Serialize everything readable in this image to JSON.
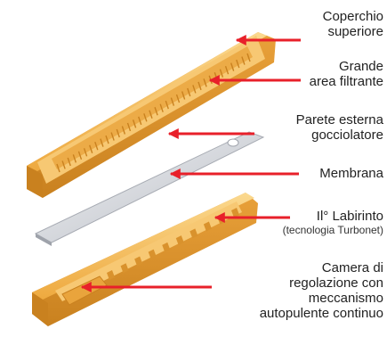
{
  "labels": {
    "top_cover": [
      "Coperchio",
      "superiore"
    ],
    "filter_area": [
      "Grande",
      "area filtrante"
    ],
    "outer_wall": [
      "Parete esterna",
      "gocciolatore"
    ],
    "membrane": [
      "Membrana"
    ],
    "labyrinth": [
      "Il° Labirinto",
      "(tecnologia Turbonet)"
    ],
    "chamber": [
      "Camera di",
      "regolazione con",
      "meccanismo",
      "autopulente continuo"
    ]
  },
  "colors": {
    "arrow": "#e8202a",
    "orange_light": "#f7c873",
    "orange_mid": "#eea93f",
    "orange_dark": "#c9811f",
    "membrane_light": "#e9ebef",
    "membrane_dark": "#b8bcc4"
  }
}
